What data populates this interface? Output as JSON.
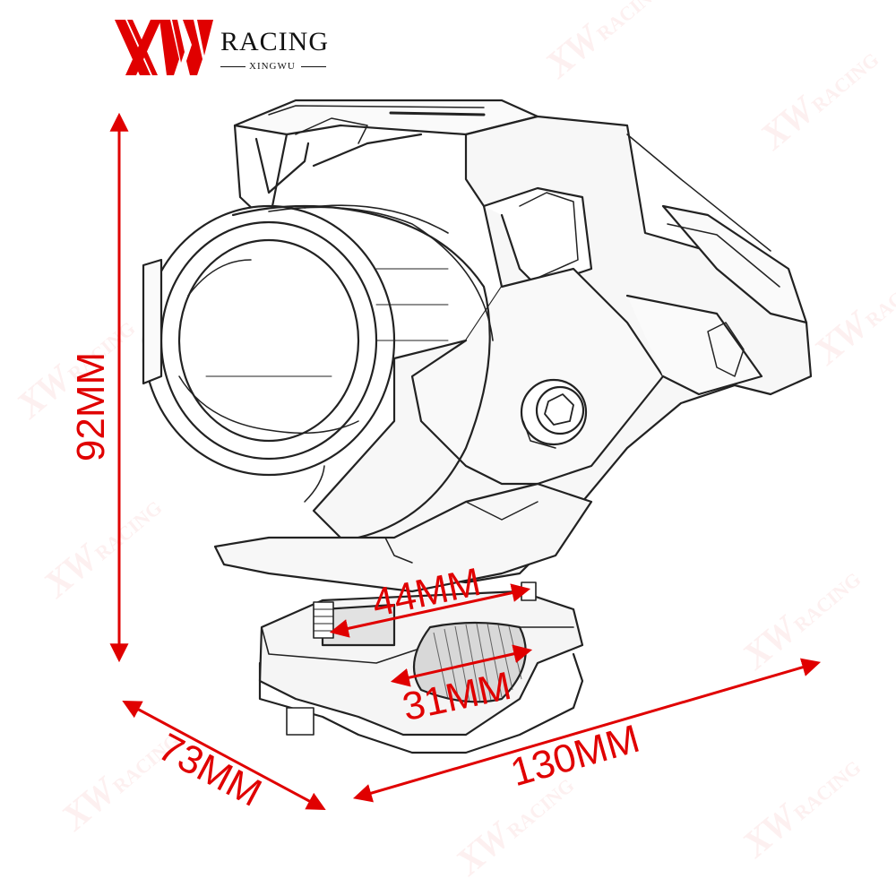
{
  "brand": {
    "logo_text": "XW",
    "name": "RACING",
    "sub": "XINGWU"
  },
  "watermark": {
    "logo_text": "XW",
    "name": "RACING"
  },
  "dimensions": {
    "height": "92MM",
    "depth": "73MM",
    "width": "130MM",
    "bracket_width": "44MM",
    "clamp_diameter": "31MM"
  },
  "colors": {
    "dimension": "#e00000",
    "brand": "#e00000",
    "line_art": "#222222",
    "watermark": "#e63c3c"
  },
  "icons": {
    "lamp": "led-spotlight-drawing",
    "logo": "xw-racing-logo"
  }
}
